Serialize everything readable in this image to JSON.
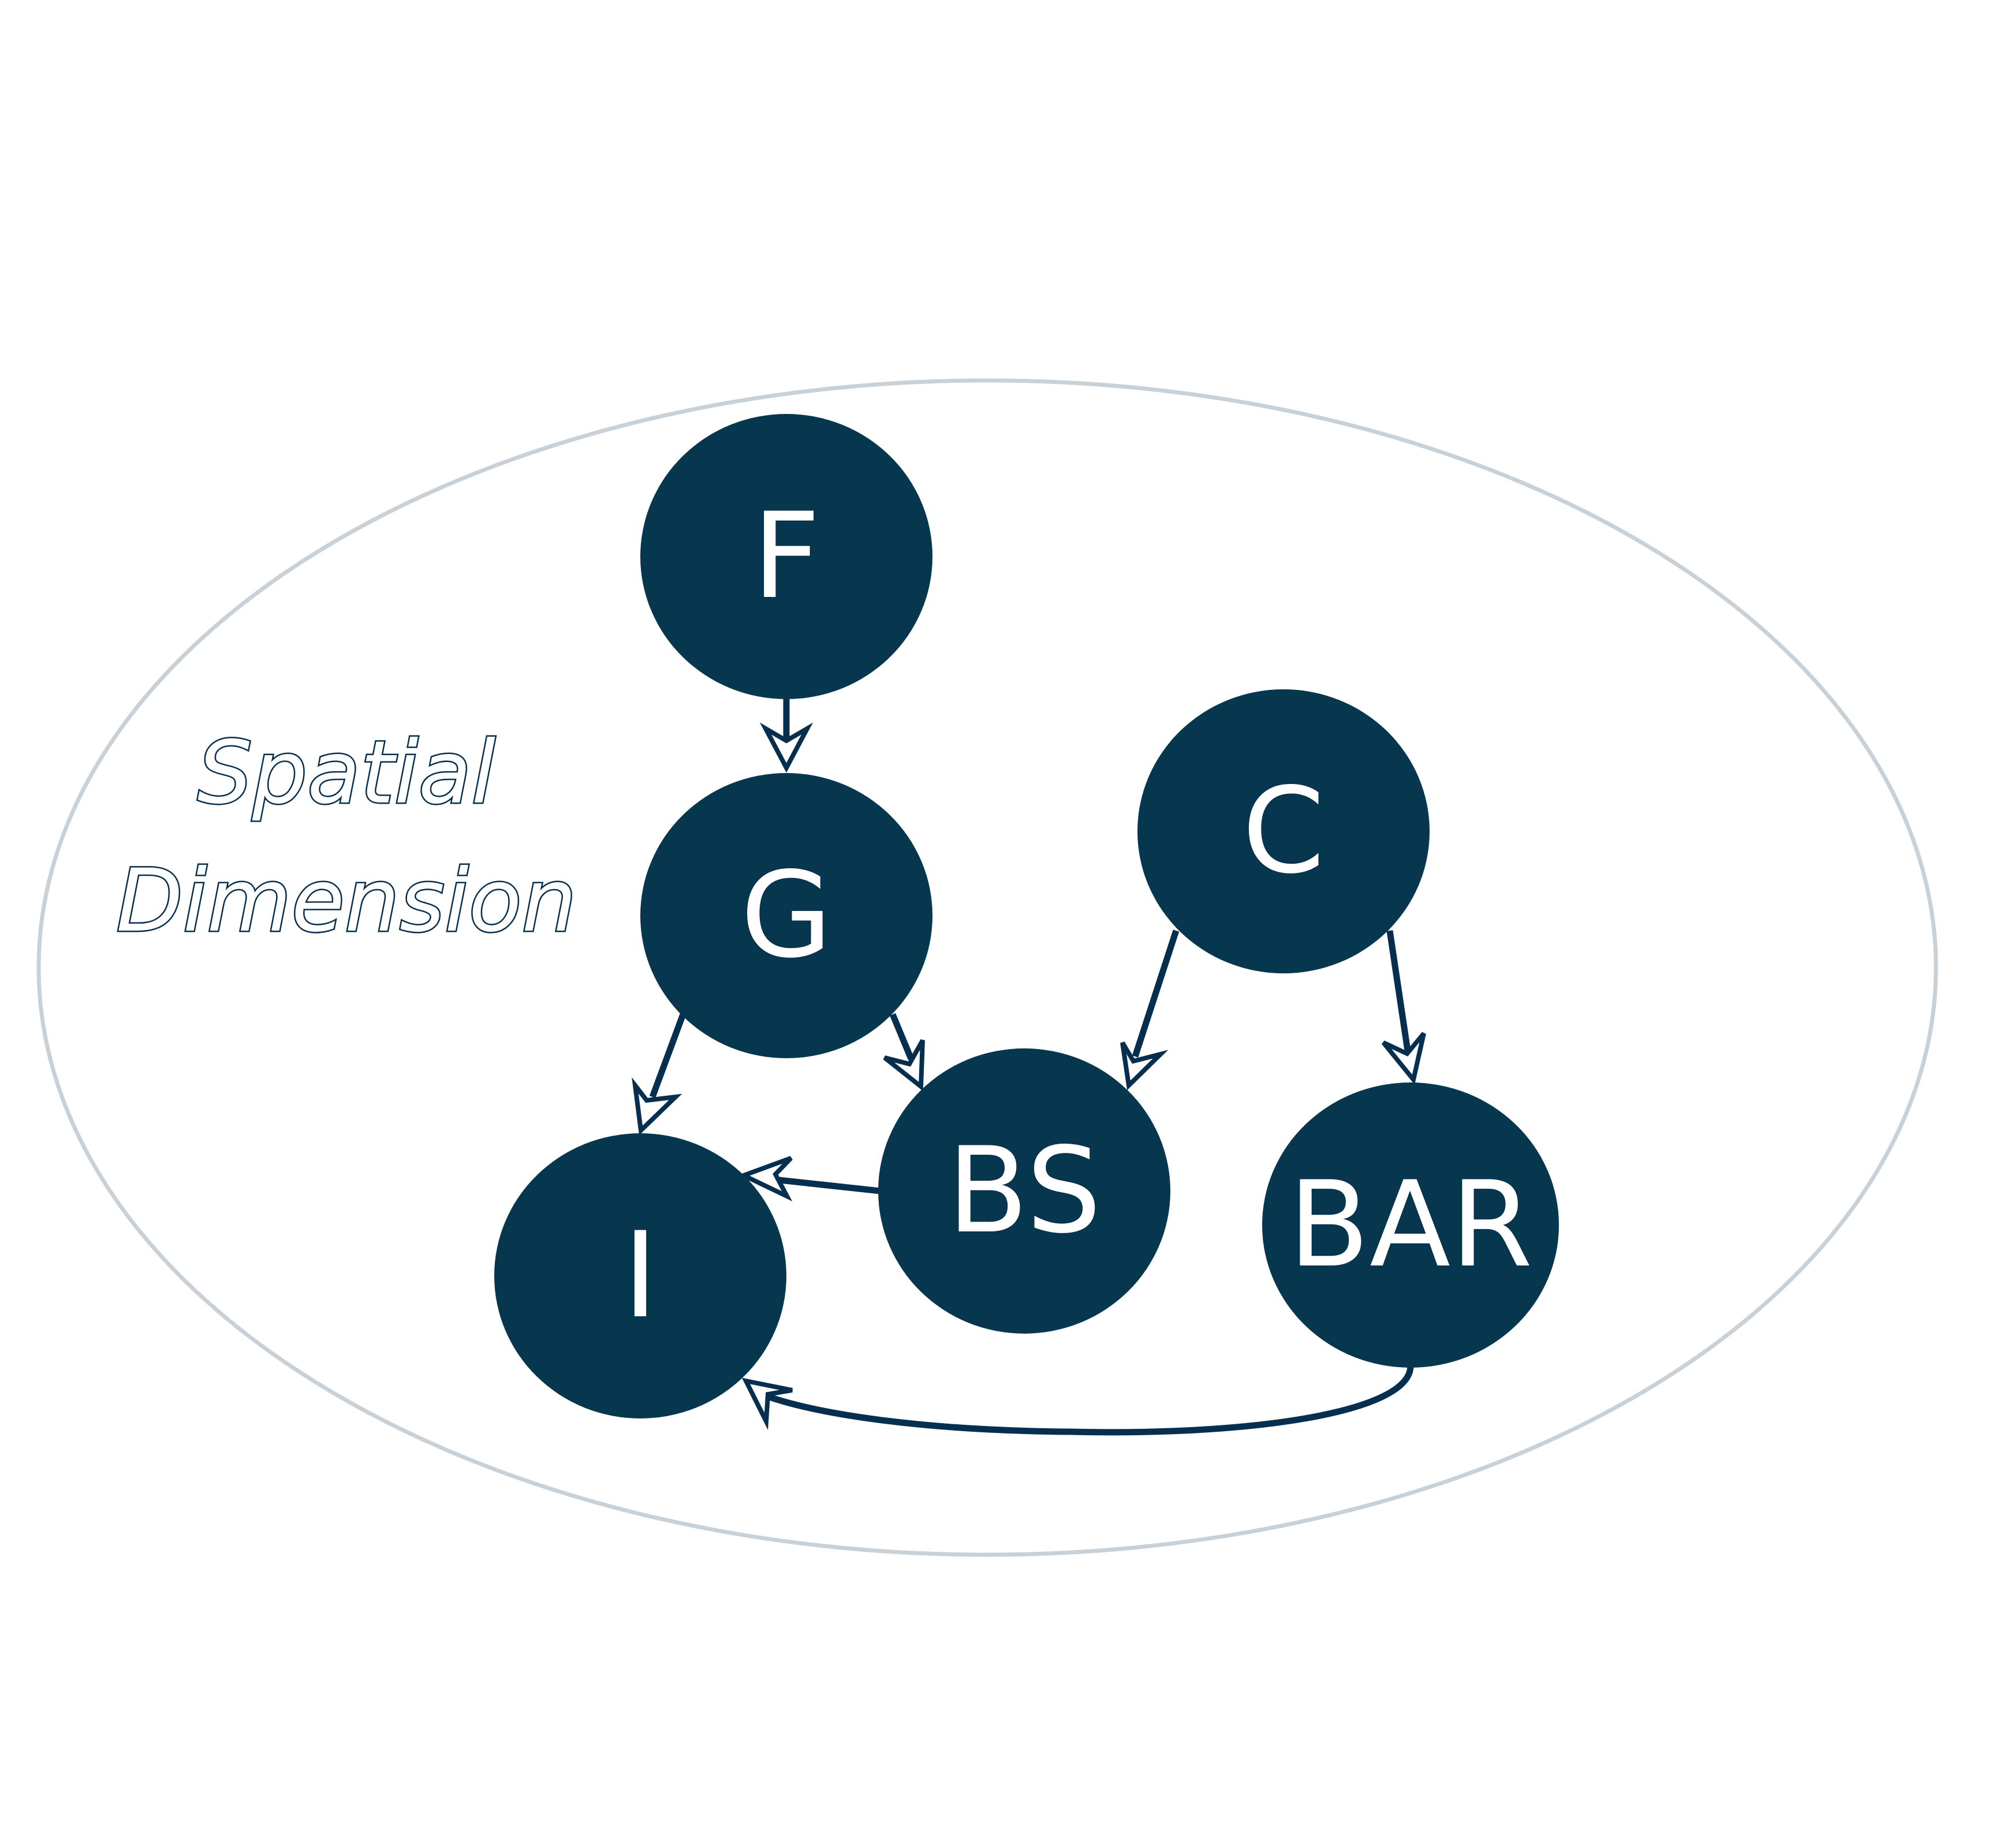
{
  "diagram": {
    "region_label_line1": "Spatial",
    "region_label_line2": "Dimension",
    "nodes": {
      "F": "F",
      "G": "G",
      "C": "C",
      "BS": "BS",
      "I": "I",
      "BAR": "BAR"
    },
    "edges": [
      {
        "from": "F",
        "to": "G"
      },
      {
        "from": "G",
        "to": "I"
      },
      {
        "from": "G",
        "to": "BS"
      },
      {
        "from": "C",
        "to": "BS"
      },
      {
        "from": "C",
        "to": "BAR"
      },
      {
        "from": "BS",
        "to": "I"
      },
      {
        "from": "BAR",
        "to": "I"
      }
    ],
    "colors": {
      "node_fill": "#06374f",
      "region_outline": "#c8d0d8",
      "edge": "#062f4f",
      "label_text": "#ffffff"
    }
  }
}
